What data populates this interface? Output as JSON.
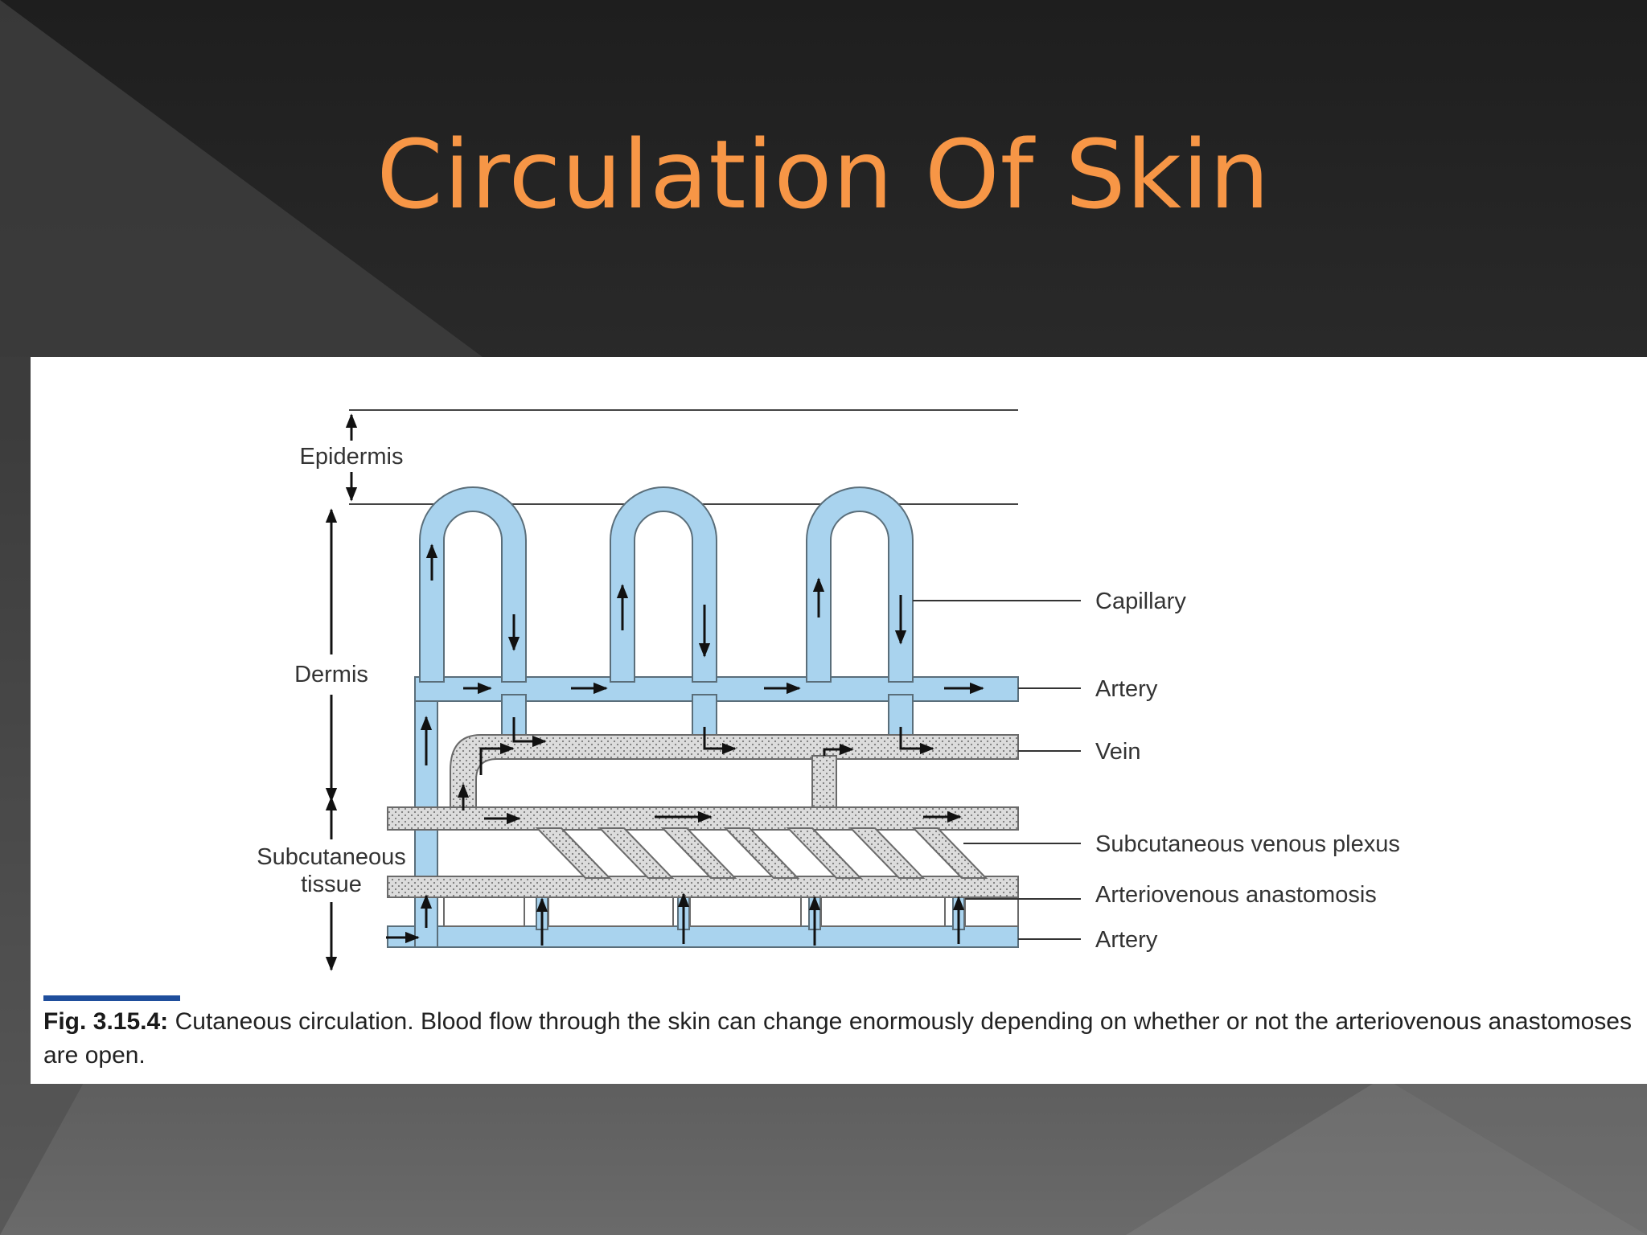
{
  "slide": {
    "title": "Circulation Of Skin",
    "colors": {
      "title": "#f79646",
      "background": "#262626",
      "vessel_fill": "#a9d3ee",
      "vessel_stroke": "#5a6e7a",
      "vein_fill": "#d9d9d9",
      "caption_bar": "#1f4e9c"
    }
  },
  "figure": {
    "layer_labels": {
      "epidermis": "Epidermis",
      "dermis": "Dermis",
      "subcutaneous_line1": "Subcutaneous",
      "subcutaneous_line2": "tissue"
    },
    "callouts": {
      "capillary": "Capillary",
      "artery_upper": "Artery",
      "vein": "Vein",
      "venous_plexus": "Subcutaneous venous plexus",
      "av_anastomosis": "Arteriovenous anastomosis",
      "artery_lower": "Artery"
    },
    "caption": {
      "label": "Fig. 3.15.4:",
      "text": " Cutaneous circulation. Blood flow through the skin can change enormously depending on whether or not the arteriovenous anastomoses are open."
    }
  }
}
